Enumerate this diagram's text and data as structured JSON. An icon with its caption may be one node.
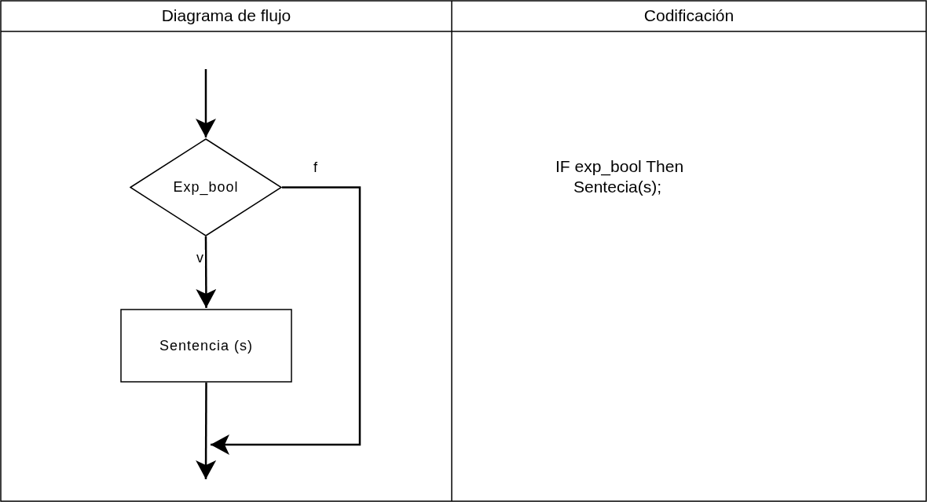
{
  "diagram": {
    "nodes": [
      {
        "text": [
          "Exp_bool"
        ]
      },
      {
        "text": [
          "Sentencia (s)"
        ]
      }
    ],
    "edges": [
      {
        "from": null,
        "to": 0,
        "arrow": "to"
      },
      {
        "from": 0,
        "to": 1,
        "arrow": "to",
        "label": "v"
      },
      {
        "from": 1,
        "to": null,
        "arrow": "to"
      },
      {
        "from": 0,
        "to": null,
        "arrow": "to",
        "label": "f"
      }
    ],
    "labels": [
      "Diagrama de flujo",
      "Codificación",
      "IF exp_bool Then",
      "Sentecia(s);"
    ]
  }
}
